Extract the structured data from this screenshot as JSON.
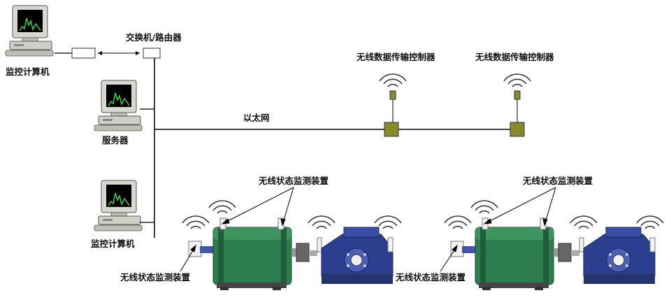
{
  "labels": {
    "monitor_pc_top": "监控计算机",
    "switch_router": "交换机/路由器",
    "server": "服务器",
    "monitor_pc_bottom": "监控计算机",
    "ethernet": "以太网",
    "controller_1": "无线数据传输控制器",
    "controller_2": "无线数据传输控制器",
    "sensor_top_1": "无线状态监测装置",
    "sensor_top_2": "无线状态监测装置",
    "sensor_bottom_1": "无线状态监测装置",
    "sensor_bottom_2": "无线状态监测装置"
  },
  "colors": {
    "motor_green": "#2e7d4f",
    "pump_blue": "#2c3f8f",
    "controller_olive": "#8a8a2a",
    "line": "#000000",
    "wave": "#333333"
  },
  "icons": [
    "computer-icon",
    "switch-icon",
    "wireless-wave-icon",
    "motor-icon",
    "pump-icon"
  ]
}
